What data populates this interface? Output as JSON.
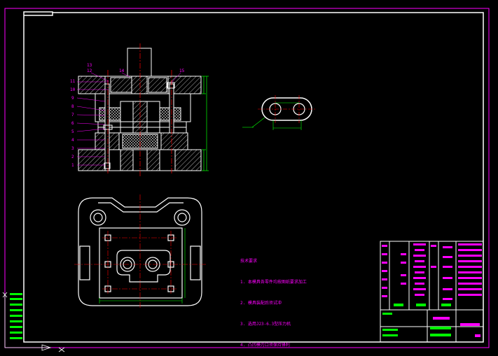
{
  "drawing": {
    "colors": {
      "background": "#000000",
      "frame": "#ffffff",
      "border": "#ff00ff",
      "centerline": "#ff0000",
      "dimension": "#00ff00",
      "annotation": "#ff00ff",
      "hatch": "#ffffff"
    },
    "part_numbers_left": [
      "11",
      "10",
      "9",
      "8",
      "7",
      "6",
      "5",
      "4",
      "3",
      "2",
      "1"
    ],
    "part_numbers_top": [
      "13",
      "12",
      "14",
      "15"
    ],
    "tech_notes_title": "技术要求",
    "tech_notes": [
      "1. 本模具各零件均按图纸要求加工",
      "2. 模具装配后须试冲",
      "3. 选用J23-6.3型压力机",
      "4. 凸凹模刃口须保持锋利"
    ]
  }
}
